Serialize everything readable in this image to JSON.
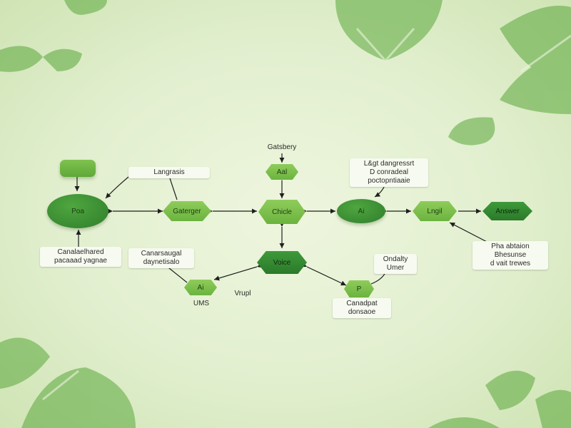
{
  "colors": {
    "accent": "#5fae3a",
    "dark_green": "#2f7d2b",
    "light_green": "#8fcc5a",
    "background": "#e2efcf",
    "arrow": "#1f1f1f"
  },
  "nodes": {
    "start_marker": "",
    "pod": "Poa",
    "gateway": "Gaterger",
    "cloud_left_top": "Aal",
    "chain": "Chicle",
    "ai_right": "Ai",
    "light": "Lngil",
    "answer": "Answer",
    "voice": "Voice",
    "ai_bottom_left": "Ai",
    "bottom_right": "P"
  },
  "labels": {
    "languages": "Langrasis",
    "gateway_top": "Gatsbery",
    "top_right": [
      "L&gt dangressrt",
      "D conradeal",
      "poctopntiaaie"
    ],
    "left_bottom": [
      "Canalaelhared",
      "pacaaad yagnae"
    ],
    "center_left": [
      "Canarsaugal",
      "daynetisalo"
    ],
    "vrupi": "Vrupl",
    "ums": "UMS",
    "center_right": [
      "Ondalty",
      "Umer"
    ],
    "bottom_right": [
      "Canadpat",
      "donsaoe"
    ],
    "far_right": [
      "Pha abtaion",
      "Bhesunse",
      "d vait trewes"
    ]
  }
}
